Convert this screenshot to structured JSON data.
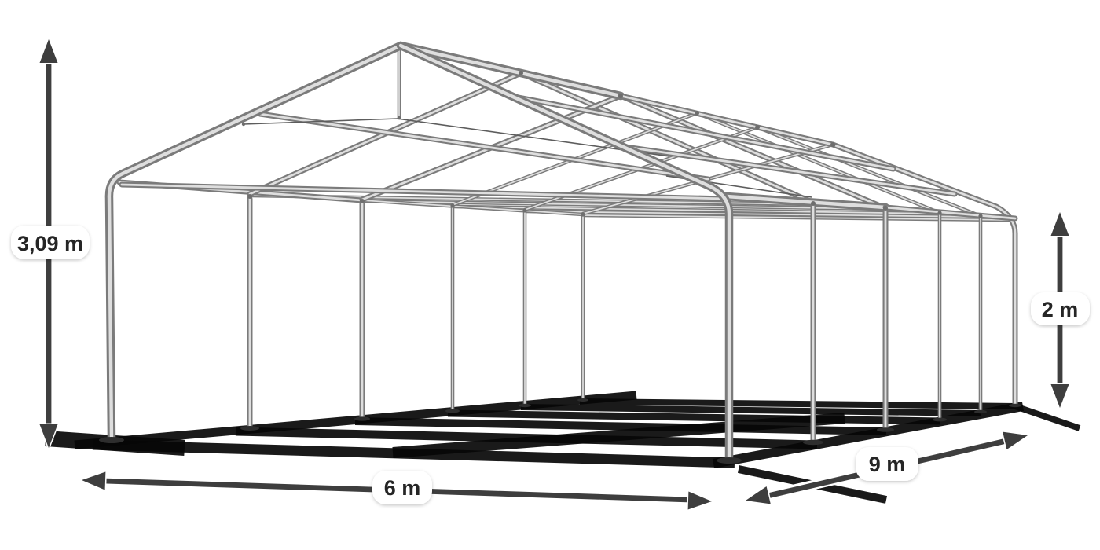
{
  "dimensions": {
    "total_height": "3,09 m",
    "side_height": "2 m",
    "front_width": "6 m",
    "side_length": "9 m"
  },
  "icons": {
    "total_height_arrow": "double-headed-vertical-arrow",
    "side_height_arrow": "double-headed-vertical-arrow",
    "front_width_arrow": "double-headed-horizontal-arrow",
    "side_length_arrow": "double-headed-diagonal-arrow"
  },
  "colors": {
    "background": "#ffffff",
    "tube_outline": "#7b7b7b",
    "tube_highlight": "#dedede",
    "joint": "#6e6e6e",
    "shadow": "#070707",
    "arrow": "#3e3e3e",
    "arrow_outline": "#ffffff",
    "label_background": "#ffffff",
    "label_text": "#252525"
  }
}
